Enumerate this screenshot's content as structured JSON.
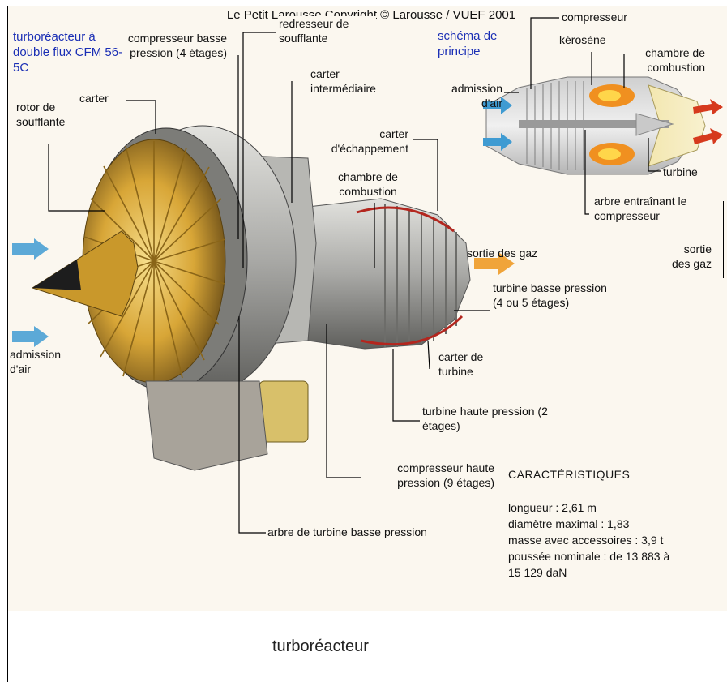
{
  "copyright": "Le Petit Larousse Copyright © Larousse / VUEF 2001",
  "heading": "turboréacteur à double flux CFM 56-5C",
  "schema_heading": "schéma de principe",
  "labels": {
    "rotor_soufflante": "rotor de soufflante",
    "carter": "carter",
    "compresseur_bp": "compresseur basse pression (4 étages)",
    "redresseur_soufflante": "redresseur de soufflante",
    "carter_intermediaire": "carter intermédiaire",
    "carter_echappement": "carter d'échappement",
    "chambre_combustion": "chambre de combustion",
    "sortie_gaz_main": "sortie des gaz",
    "turbine_bp": "turbine basse pression (4 ou 5 étages)",
    "carter_turbine": "carter de turbine",
    "turbine_hp": "turbine haute pression (2 étages)",
    "compresseur_hp": "compresseur haute pression (9 étages)",
    "arbre_turbine_bp": "arbre de turbine basse pression",
    "admission_air_main": "admission d'air",
    "schema_compresseur": "compresseur",
    "schema_kerosene": "kérosène",
    "schema_chambre": "chambre de combustion",
    "schema_admission": "admission d'air",
    "schema_turbine": "turbine",
    "schema_arbre": "arbre entraînant le compresseur",
    "schema_sortie": "sortie des gaz"
  },
  "specs": {
    "title": "CARACTÉRISTIQUES",
    "items": [
      "longueur : 2,61 m",
      "diamètre maximal : 1,83",
      "masse avec accessoires : 3,9 t",
      "poussée nominale : de 13 883 à",
      "15 129 daN"
    ]
  },
  "caption": "turboréacteur",
  "colors": {
    "panel": "#fbf7ef",
    "label_blue": "#1b2fb5",
    "fan_gold": "#d8a637",
    "engine_steel": "#a9a9a6",
    "arrow_blue": "#3f9bd2",
    "flame_orange": "#f09020",
    "gas_red": "#d63a1e"
  }
}
